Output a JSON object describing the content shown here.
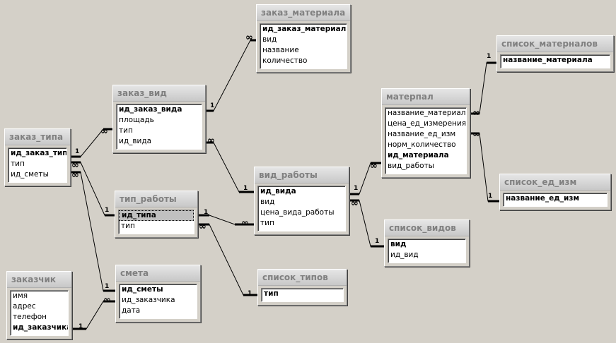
{
  "diagram": {
    "tables": [
      {
        "id": "zakaz_materiala",
        "title": "заказ_материала",
        "fields": [
          {
            "name": "ид_заказ_материала",
            "pk": true
          },
          {
            "name": "вид"
          },
          {
            "name": "название"
          },
          {
            "name": "количество"
          }
        ]
      },
      {
        "id": "spisok_materialov",
        "title": "список_матерналов",
        "fields": [
          {
            "name": "название_материала",
            "pk": true
          }
        ]
      },
      {
        "id": "zakaz_vid",
        "title": "заказ_вид",
        "fields": [
          {
            "name": "ид_заказ_вида",
            "pk": true
          },
          {
            "name": "площадь"
          },
          {
            "name": "тип"
          },
          {
            "name": "ид_вида"
          }
        ]
      },
      {
        "id": "material",
        "title": "матерпал",
        "fields": [
          {
            "name": "название_материала"
          },
          {
            "name": "цена_ед_измерения"
          },
          {
            "name": "название_ед_изм"
          },
          {
            "name": "норм_количество"
          },
          {
            "name": "ид_материала",
            "pk": true
          },
          {
            "name": "вид_работы"
          }
        ]
      },
      {
        "id": "zakaz_tipa",
        "title": "заказ_типа",
        "fields": [
          {
            "name": "ид_заказ_типа",
            "pk": true
          },
          {
            "name": "тип"
          },
          {
            "name": "ид_сметы"
          }
        ]
      },
      {
        "id": "vid_raboty",
        "title": "вид_работы",
        "fields": [
          {
            "name": "ид_вида",
            "pk": true
          },
          {
            "name": "вид"
          },
          {
            "name": "цена_вида_работы"
          },
          {
            "name": "тип"
          }
        ]
      },
      {
        "id": "spisok_ed_izm",
        "title": "список_ед_изм",
        "fields": [
          {
            "name": "название_ед_изм",
            "pk": true
          }
        ]
      },
      {
        "id": "tip_raboty",
        "title": "тип_работы",
        "fields": [
          {
            "name": "ид_типа",
            "pk": true,
            "selected": true
          },
          {
            "name": "тип"
          }
        ]
      },
      {
        "id": "spisok_vidov",
        "title": "список_видов",
        "fields": [
          {
            "name": "вид",
            "pk": true
          },
          {
            "name": "ид_вид"
          }
        ]
      },
      {
        "id": "zakazchik",
        "title": "заказчик",
        "fields": [
          {
            "name": "имя"
          },
          {
            "name": "адрес"
          },
          {
            "name": "телефон"
          },
          {
            "name": "ид_заказчика",
            "pk": true
          }
        ]
      },
      {
        "id": "smeta",
        "title": "смета",
        "fields": [
          {
            "name": "ид_сметы",
            "pk": true
          },
          {
            "name": "ид_заказчика"
          },
          {
            "name": "дата"
          }
        ]
      },
      {
        "id": "spisok_tipov",
        "title": "список_типов",
        "fields": [
          {
            "name": "тип",
            "pk": true
          }
        ]
      }
    ],
    "relationships": [
      {
        "from": "zakaz_vid",
        "to": "zakaz_materiala",
        "from_card": "1",
        "to_card": "∞"
      },
      {
        "from": "zakaz_tipa",
        "to": "zakaz_vid",
        "from_card": "1",
        "to_card": "∞"
      },
      {
        "from": "zakaz_vid",
        "to": "vid_raboty",
        "from_card": "∞",
        "to_card": "1"
      },
      {
        "from": "zakaz_tipa",
        "to": "tip_raboty",
        "from_card": "∞",
        "to_card": "1"
      },
      {
        "from": "zakaz_tipa",
        "to": "smeta",
        "from_card": "∞",
        "to_card": "1"
      },
      {
        "from": "zakazchik",
        "to": "smeta",
        "from_card": "1",
        "to_card": "∞"
      },
      {
        "from": "tip_raboty",
        "to": "vid_raboty",
        "from_card": "1",
        "to_card": "∞"
      },
      {
        "from": "tip_raboty",
        "to": "spisok_tipov",
        "from_card": "∞",
        "to_card": "1"
      },
      {
        "from": "vid_raboty",
        "to": "material",
        "from_card": "1",
        "to_card": "∞"
      },
      {
        "from": "vid_raboty",
        "to": "spisok_vidov",
        "from_card": "∞",
        "to_card": "1"
      },
      {
        "from": "material",
        "to": "spisok_materialov",
        "from_card": "∞",
        "to_card": "1"
      },
      {
        "from": "material",
        "to": "spisok_ed_izm",
        "from_card": "∞",
        "to_card": "1"
      }
    ]
  }
}
